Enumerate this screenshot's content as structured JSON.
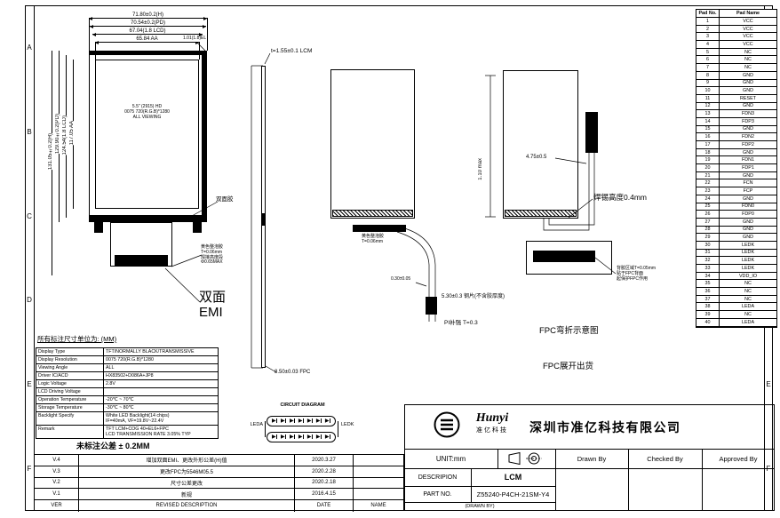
{
  "sheet": {
    "zone_letters": [
      "A",
      "B",
      "C",
      "D",
      "E",
      "F"
    ],
    "units_note": "所有标注尺寸单位为: (MM)",
    "tolerance_note": "未标注公差 ± 0.2MM"
  },
  "front_view": {
    "dims_top": [
      "71.80±0.2(H)",
      "70.54±0.2(PD)",
      "67.04(1.8 LCD)",
      "65.84 AA"
    ],
    "dim_el": "1.01(1.8)EL",
    "dims_left": [
      "131.05±0.2(H)",
      "129.90±0.2(PD)",
      "124.54(1.8 LCD)",
      "117.05 AA"
    ],
    "panel_text": [
      "5.5\" (2915) HD",
      "0075 720(R.G.B)*1280",
      "ALL VIEWING"
    ],
    "label_tape": "双面胶",
    "note_foam": [
      "黄色整泡胶",
      "T=0.06mm",
      "焊接高度段",
      "Φ0.65MAX"
    ],
    "label_emi": [
      "双面",
      "EMI"
    ]
  },
  "side_view": {
    "label_thickness": "t=1.55±0.1 LCM",
    "label_fpc": "8.50±0.03 FPC"
  },
  "center_view": {
    "note_foam": [
      "黄色整泡胶",
      "T=0.06mm"
    ],
    "dim_fold": "0.30±0.05",
    "note_steel": "5.30±0.3 钢片(不含胶厚度)",
    "note_pi": "PI补强 T=0.3",
    "dim_max": "1.10 max"
  },
  "right_view": {
    "dim_fold": "4.75±0.5",
    "solder_note": "焊锡高度0.4mm",
    "adhesive_notes": [
      "背胶区域T=0.05mm",
      "贴于FPC背面",
      "起保护FPC作用"
    ],
    "caption_bend": "FPC弯折示意图",
    "caption_flat": "FPC展开出货"
  },
  "pin_table": {
    "col_no": "Pad No.",
    "col_name": "Pad Name",
    "pins": [
      "VCC",
      "VCC",
      "VCC",
      "VCC",
      "NC",
      "NC",
      "NC",
      "GND",
      "GND",
      "GND",
      "RESET",
      "GND",
      "FDN3",
      "FDP3",
      "GND",
      "FDN2",
      "FDP2",
      "GND",
      "FDN1",
      "FDP1",
      "GND",
      "FCN",
      "FCP",
      "GND",
      "FDN0",
      "FDP0",
      "GND",
      "GND",
      "GND",
      "LEDK",
      "LEDK",
      "LEDK",
      "LEDK",
      "VDD_IO",
      "NC",
      "NC",
      "NC",
      "LEDA",
      "NC",
      "LEDA"
    ]
  },
  "spec_table": {
    "rows": [
      {
        "label": "Display Type",
        "value": "TFT/NORMALLY BLACK/TRANSMISSIVE"
      },
      {
        "label": "Display Resolution",
        "value": "0075 720(R.G.B)*1280"
      },
      {
        "label": "Viewing Angle",
        "value": "ALL"
      },
      {
        "label": "Driver IC/ACD",
        "value": "HX83502+D086A+JP8"
      },
      {
        "label": "Logic Voltage",
        "value": "2.8V"
      },
      {
        "label": "LCD Driving Voltage",
        "value": ""
      },
      {
        "label": "Operation Temperature",
        "value": "-20℃ ~ 70℃"
      },
      {
        "label": "Storage Temperature",
        "value": "-30℃ ~ 80℃"
      },
      {
        "label": "Backlight Specify",
        "value": "White LED Backlight(14 chips)\nIF=40mA, VF=19.8V~22.4V"
      },
      {
        "label": "Remark",
        "value": "TFT LCM+COG 40+EL6+FPC\nLCD TRANSMISSION RATE 3.05% TYP"
      }
    ]
  },
  "circuit": {
    "title": "CIRCUIT DIAGRAM",
    "left_label": "LEDA",
    "right_label": "LEDK",
    "row_glyphs": [
      "▶",
      "▶",
      "▶",
      "▶",
      "▶",
      "▶",
      "▶"
    ]
  },
  "revision_table": {
    "rows": [
      {
        "ver": "V.4",
        "desc": "增加双面EMI、更改外形公差(H)值",
        "date": "2020.3.27",
        "name": ""
      },
      {
        "ver": "V.3",
        "desc": "更改FPC为5546M05.5",
        "date": "2020.2.28",
        "name": ""
      },
      {
        "ver": "V.2",
        "desc": "尺寸公差更改",
        "date": "2020.2.18",
        "name": ""
      },
      {
        "ver": "V.1",
        "desc": "新规",
        "date": "2016.4.15",
        "name": ""
      },
      {
        "ver": "VER",
        "desc": "REVISED DESCRIPTION",
        "date": "DATE",
        "name": "NAME"
      }
    ]
  },
  "title_block": {
    "logo_text": "Hunyi",
    "logo_sub": "准亿科技",
    "company_cn": "深圳市准亿科技有限公司",
    "unit": "UNIT:mm",
    "drawn_by": "Drawn By",
    "checked_by": "Checked By",
    "approved_by": "Approved By",
    "description_label": "DESCRIPION",
    "description_value": "LCM",
    "part_no_label": "PART NO.",
    "part_no_value": "Z55240-P4CH-21SM-Y4",
    "small_note": "(DRAWN BY)"
  }
}
